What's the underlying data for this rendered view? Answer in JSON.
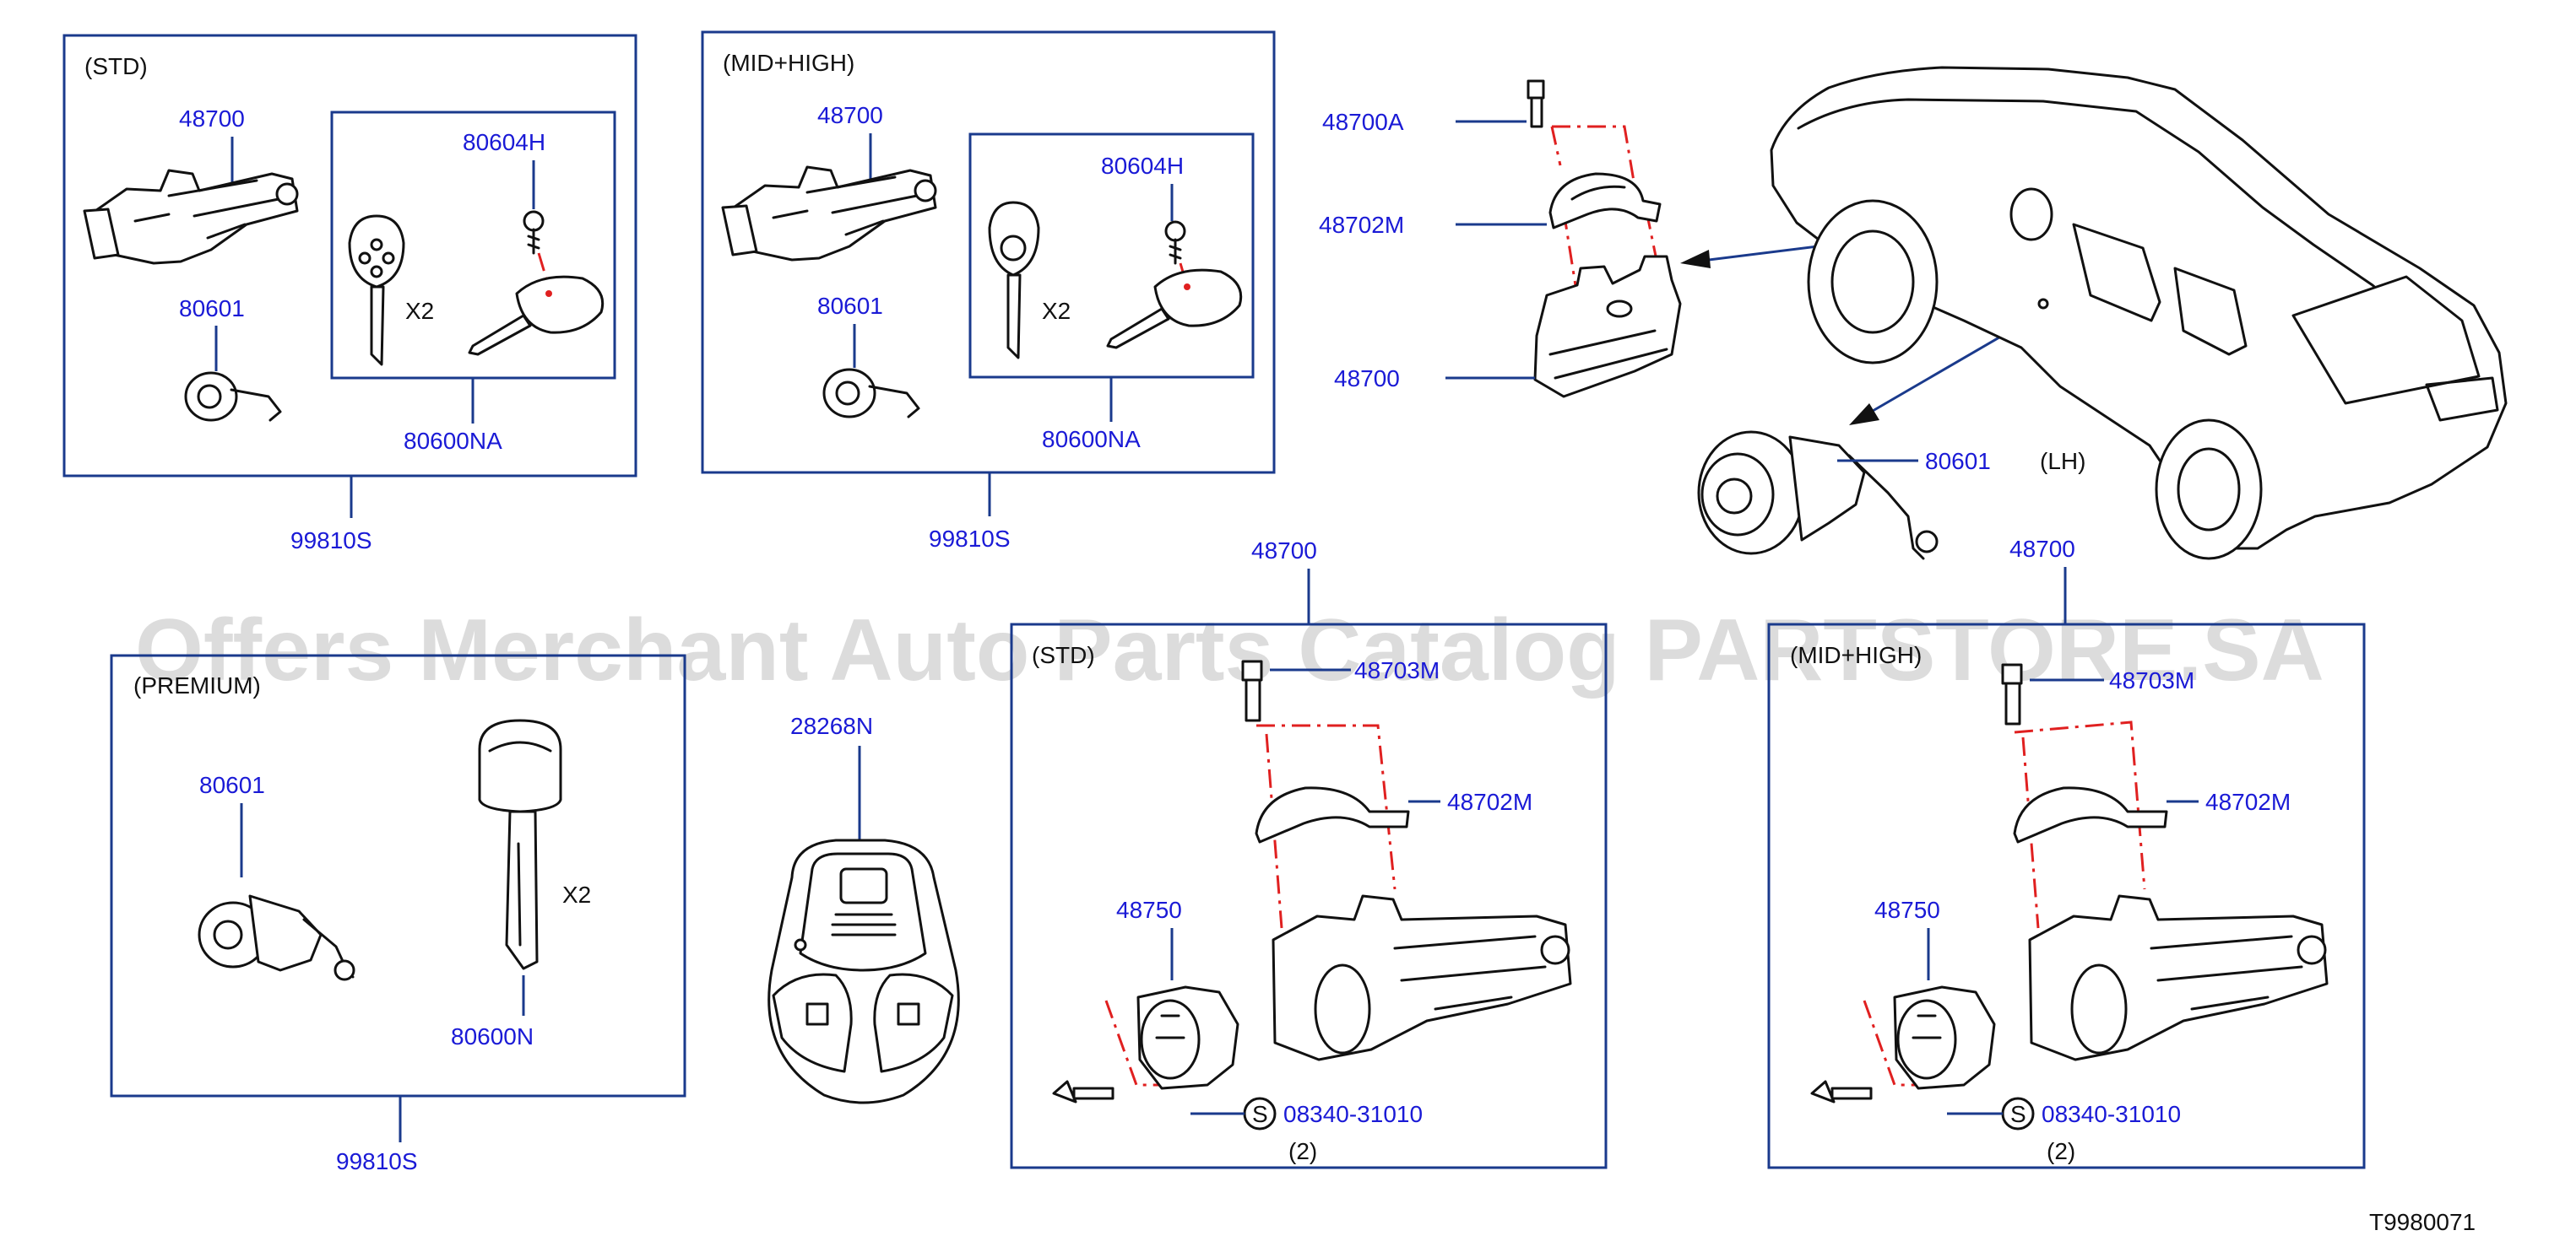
{
  "groups": {
    "std": {
      "label": "(STD)",
      "p1": "48700",
      "p2": "80604H",
      "p3": "80601",
      "p4": "80600NA",
      "x2": "X2",
      "kit": "99810S"
    },
    "midhigh": {
      "label": "(MID+HIGH)",
      "p1": "48700",
      "p2": "80604H",
      "p3": "80601",
      "p4": "80600NA",
      "x2": "X2",
      "kit": "99810S"
    },
    "premium": {
      "label": "(PREMIUM)",
      "p1": "80601",
      "p2": "80600N",
      "x2": "X2",
      "kit": "99810S"
    }
  },
  "remote": {
    "part": "28268N"
  },
  "top_assy": {
    "p1": "48700A",
    "p2": "48702M",
    "p3": "48700",
    "p4": "80601",
    "lh": "(LH)"
  },
  "lower_std": {
    "label": "(STD)",
    "top": "48700",
    "bolt": "48703M",
    "clamp": "48702M",
    "cyl": "48750",
    "screw": "08340-31010",
    "qty": "(2)",
    "std_mark": "S"
  },
  "lower_mid": {
    "label": "(MID+HIGH)",
    "top": "48700",
    "bolt": "48703M",
    "clamp": "48702M",
    "cyl": "48750",
    "screw": "08340-31010",
    "qty": "(2)",
    "std_mark": "S"
  },
  "figure_id": "T9980071",
  "watermark": "Offers Merchant Auto Parts Catalog PARTSTORE.SA",
  "colors": {
    "part_number": "#1a1ad6",
    "box": "#1a3a8c",
    "dash": "#e02020"
  }
}
